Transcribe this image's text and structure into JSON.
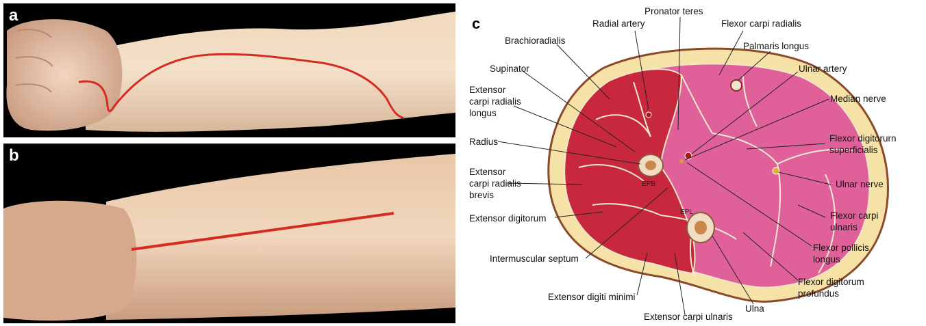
{
  "panels": {
    "a": {
      "letter": "a"
    },
    "b": {
      "letter": "b"
    },
    "c": {
      "letter": "c"
    }
  },
  "labels": {
    "radial_artery": "Radial artery",
    "pronator_teres": "Pronator teres",
    "flexor_carpi_radialis": "Flexor carpi radialis",
    "brachioradialis": "Brachioradialis",
    "palmaris_longus": "Palmaris longus",
    "supinator": "Supinator",
    "ulnar_artery": "Ulnar artery",
    "ecrl_1": "Extensor",
    "ecrl_2": "carpi radialis",
    "ecrl_3": "longus",
    "median_nerve": "Median nerve",
    "radius": "Radius",
    "fds_1": "Flexor digitorurn",
    "fds_2": "superficialis",
    "ecrb_1": "Extensor",
    "ecrb_2": "carpi radialis",
    "ecrb_3": "brevis",
    "ulnar_nerve": "Ulnar nerve",
    "extensor_digitorum": "Extensor digitorum",
    "fcu_1": "Flexor carpi",
    "fcu_2": "ulnaris",
    "intermuscular_septum": "Intermuscular septum",
    "fpl_1": "Flexor pollicis",
    "fpl_2": "longus",
    "fdp_1": "Flexor digitorum",
    "fdp_2": "profundus",
    "extensor_digiti_minimi": "Extensor digiti minimi",
    "ulna": "Ulna",
    "extensor_carpi_ulnaris": "Extensor carpi ulnaris",
    "epb": "EPB",
    "epl": "EPL"
  },
  "colors": {
    "skin": "#f3d6b8",
    "fat": "#f6e2a6",
    "extensor_muscle": "#c8283e",
    "flexor_muscle": "#e0609a",
    "incision_line": "#d42b22",
    "background_photo": "#000000"
  }
}
